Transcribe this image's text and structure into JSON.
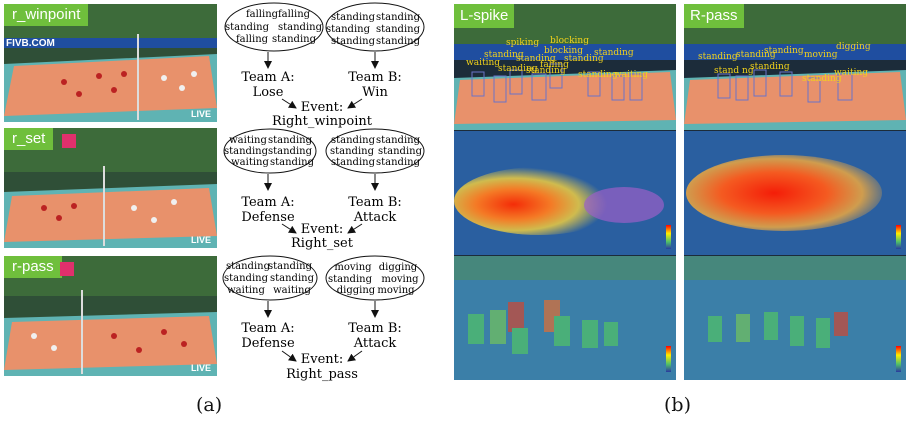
{
  "panel_a": {
    "caption": "(a)",
    "frames": [
      {
        "label": "r_winpoint",
        "banner": "FIVB.COM",
        "live": "LIVE"
      },
      {
        "label": "r_set",
        "live": "LIVE"
      },
      {
        "label": "r-pass",
        "live": "LIVE"
      }
    ],
    "rows": [
      {
        "team_a_words": [
          [
            "falling",
            "falling"
          ],
          [
            "standing",
            "standing"
          ],
          [
            "falling",
            "standing"
          ]
        ],
        "team_b_words": [
          [
            "standing",
            "standing"
          ],
          [
            "standing",
            "standing"
          ],
          [
            "standing",
            "standing"
          ]
        ],
        "team_a_name": "Team A:",
        "team_a_state": "Lose",
        "team_b_name": "Team B:",
        "team_b_state": "Win",
        "event_label": "Event:",
        "event_value": "Right_winpoint"
      },
      {
        "team_a_words": [
          [
            "waiting",
            "standing"
          ],
          [
            "standing",
            "standing"
          ],
          [
            "waiting",
            "standing"
          ]
        ],
        "team_b_words": [
          [
            "standing",
            "standing"
          ],
          [
            "standing",
            "standing"
          ],
          [
            "standing",
            "standing"
          ]
        ],
        "team_a_name": "Team A:",
        "team_a_state": "Defense",
        "team_b_name": "Team B:",
        "team_b_state": "Attack",
        "event_label": "Event:",
        "event_value": "Right_set"
      },
      {
        "team_a_words": [
          [
            "standing",
            "standing"
          ],
          [
            "standing",
            "standing"
          ],
          [
            "waiting",
            "waiting"
          ]
        ],
        "team_b_words": [
          [
            "moving",
            "digging"
          ],
          [
            "standing",
            "moving"
          ],
          [
            "digging",
            "moving"
          ]
        ],
        "team_a_name": "Team A:",
        "team_a_state": "Defense",
        "team_b_name": "Team B:",
        "team_b_state": "Attack",
        "event_label": "Event:",
        "event_value": "Right_pass"
      }
    ]
  },
  "panel_b": {
    "caption": "(b)",
    "columns": [
      {
        "label": "L-spike",
        "action_labels": [
          "spiking",
          "blocking",
          "blocking",
          "waiting",
          "standing",
          "standing",
          "standing",
          "standing",
          "falling",
          "standing",
          "standing",
          "waiting",
          "standing"
        ]
      },
      {
        "label": "R-pass",
        "action_labels": [
          "standing",
          "standing",
          "standing",
          "moving",
          "digging",
          "stand ng",
          "standing",
          "standing",
          "waiting"
        ]
      }
    ]
  },
  "colors": {
    "label_green": "#6fbf3c",
    "label_pink": "#e0306c",
    "court_orange": "#e8916b",
    "court_teal": "#5fb3b3",
    "crowd_green": "#3d6b3a",
    "annotation_yellow": "#f2d21b"
  }
}
